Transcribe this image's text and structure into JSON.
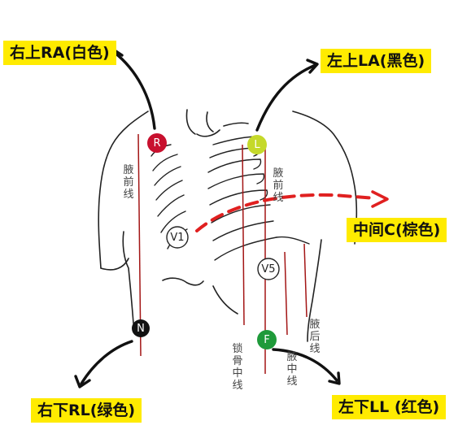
{
  "labels": {
    "right_arm": "右上RA(白色)",
    "left_arm": "左上LA(黑色)",
    "chest": "中间C(棕色)",
    "right_leg": "右下RL(绿色)",
    "left_leg": "左下LL (红色)"
  },
  "electrodes": {
    "r": "R",
    "l": "L",
    "v1": "V1",
    "v5": "V5",
    "n": "N",
    "f": "F"
  },
  "lines": {
    "anterior_axillary_right": "腋\n前\n线",
    "anterior_axillary_left": "腋\n前\n线",
    "midclavicular": "锁\n骨\n中\n线",
    "midaxillary": "腋\n中\n线",
    "posterior_axillary": "腋\n后\n线"
  },
  "colors": {
    "label_bg": "#ffeb00",
    "r": "#c8102e",
    "l": "#c5d92a",
    "f": "#1f9a3a",
    "n": "#111111",
    "guide": "#a31515",
    "arrow": "#e02020"
  }
}
